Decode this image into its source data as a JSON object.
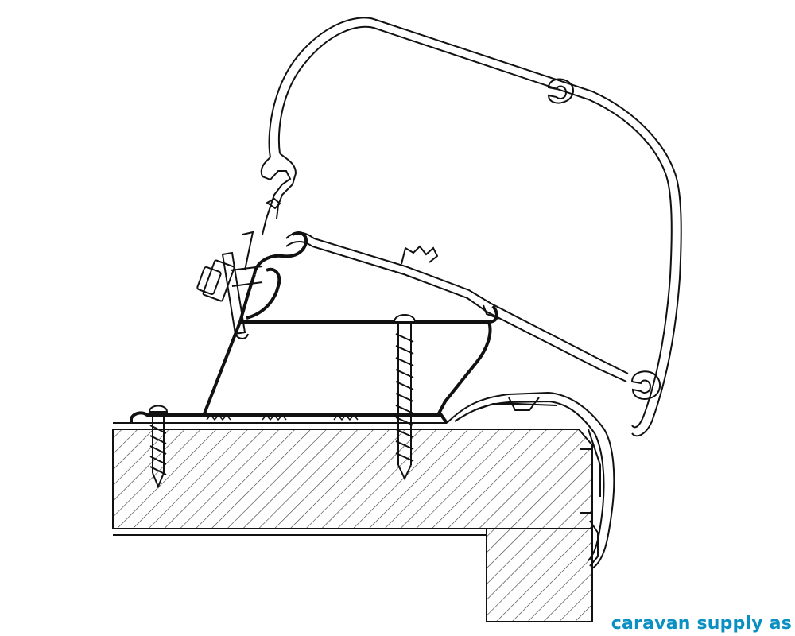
{
  "figure": {
    "watermark_text": "caravan supply as",
    "watermark_color": "#0a8fc2",
    "line_color": "#111111",
    "hatch_color": "#333333",
    "background": "#ffffff"
  },
  "components": [
    {
      "name": "awning-cassette",
      "icon": "awning-cassette"
    },
    {
      "name": "adapter-bracket",
      "icon": "adapter-profile"
    },
    {
      "name": "roof-rail",
      "icon": "roof-rail-profile"
    },
    {
      "name": "mounting-screw",
      "icon": "wood-screw"
    },
    {
      "name": "clamp-bolt",
      "icon": "bolt-nut"
    },
    {
      "name": "roof-wall-panel",
      "icon": "hatched-panel"
    }
  ]
}
